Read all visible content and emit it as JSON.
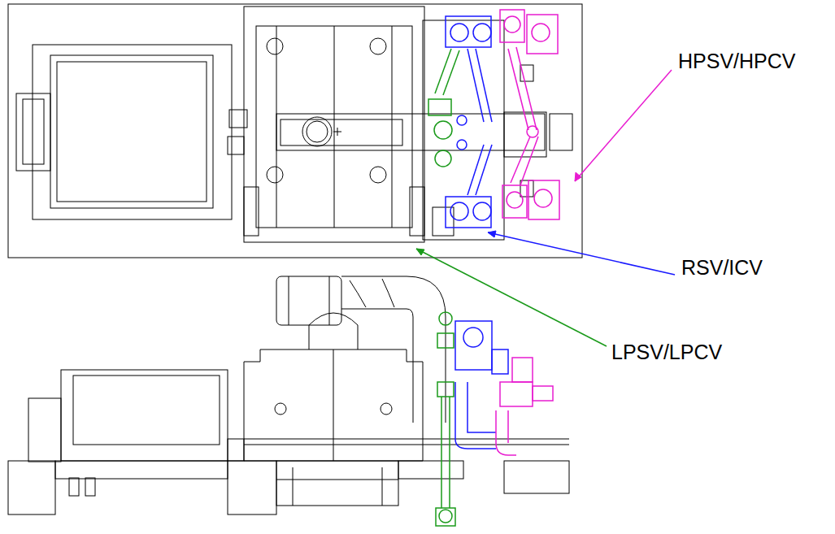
{
  "diagram": {
    "labels": [
      "HPSV/HPCV",
      "RSV/ICV",
      "LPSV/LPCV"
    ]
  }
}
